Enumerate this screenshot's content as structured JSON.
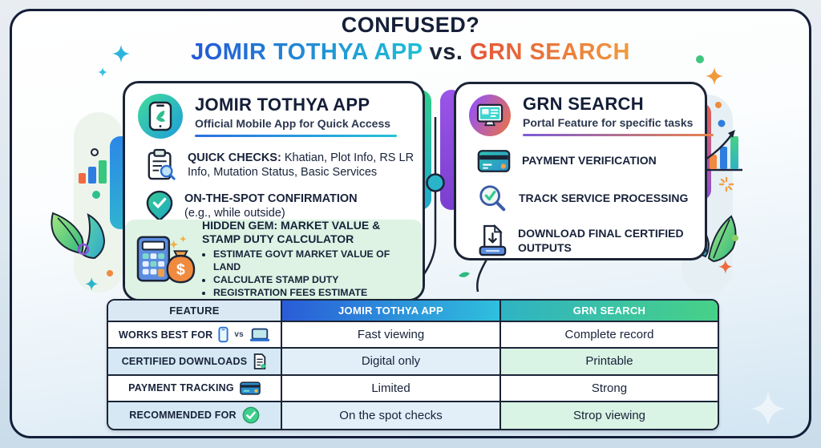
{
  "title": {
    "line1": "CONFUSED?",
    "app_name": "JOMIR TOTHYA APP",
    "vs": "vs.",
    "grn_name": "GRN SEARCH"
  },
  "left_panel": {
    "title": "JOMIR TOTHYA APP",
    "subtitle": "Official Mobile App for Quick Access",
    "items": [
      {
        "icon": "clipboard-search-icon",
        "label_bold": "QUICK CHECKS:",
        "label_rest": " Khatian, Plot Info, RS LR Info, Mutation Status, Basic Services"
      },
      {
        "icon": "check-pin-icon",
        "label_bold": "ON-THE-SPOT CONFIRMATION",
        "label_rest": "(e.g., while outside)"
      }
    ],
    "highlight": {
      "icon": "calculator-moneybag-icon",
      "money_symbol": "$",
      "title": "HIDDEN GEM: MARKET VALUE & STAMP DUTY CALCULATOR",
      "bullets": [
        "ESTIMATE GOVT MARKET VALUE OF LAND",
        "CALCULATE STAMP DUTY",
        "REGISTRATION FEES ESTIMATE"
      ]
    }
  },
  "right_panel": {
    "title": "GRN SEARCH",
    "subtitle": "Portal Feature for specific tasks",
    "items": [
      {
        "icon": "credit-card-icon",
        "label": "PAYMENT VERIFICATION"
      },
      {
        "icon": "magnifier-check-icon",
        "label": "TRACK SERVICE PROCESSING"
      },
      {
        "icon": "download-document-icon",
        "label": "DOWNLOAD FINAL CERTIFIED OUTPUTS"
      }
    ]
  },
  "table": {
    "headers": [
      "FEATURE",
      "JOMIR TOTHYA APP",
      "GRN SEARCH"
    ],
    "rows": [
      {
        "feature": "WORKS BEST FOR",
        "vs_label": "vs",
        "app": "Fast viewing",
        "grn": "Complete record"
      },
      {
        "feature": "CERTIFIED DOWNLOADS",
        "app": "Digital only",
        "grn": "Printable"
      },
      {
        "feature": "PAYMENT TRACKING",
        "app": "Limited",
        "grn": "Strong"
      },
      {
        "feature": "RECOMMENDED FOR",
        "app": "On the spot checks",
        "grn": "Strop viewing"
      }
    ]
  },
  "colors": {
    "navy": "#1b2436",
    "app_gradient_start": "#2457d6",
    "app_gradient_end": "#1fc0d4",
    "grn_gradient_start": "#e35338",
    "grn_gradient_end": "#f09a3e",
    "highlight_green_bg": "#def3e4",
    "table_blue_tint": "#d5e8f4",
    "table_green_tint": "#d9f3e4"
  }
}
